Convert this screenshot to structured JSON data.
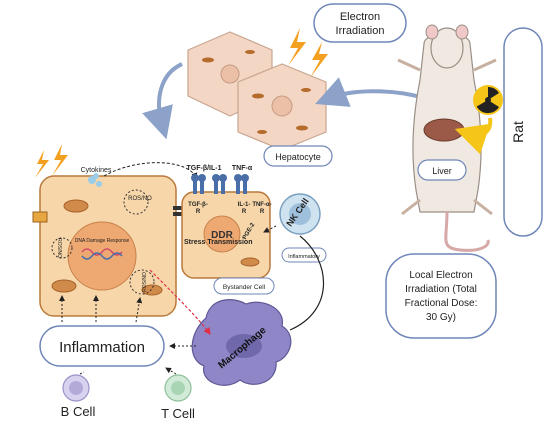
{
  "labels": {
    "electron_irradiation": [
      "Electron",
      "Irradiation"
    ],
    "hepatocyte": "Hepatocyte",
    "liver": "Liver",
    "rat": "Rat",
    "dose": [
      "Local Electron",
      "Irradiation (Total",
      "Fractional Dose:",
      "30 Gy)"
    ],
    "cytokines": "Cytokines",
    "ros_no_top": "ROS/NO",
    "dna_damage": "DNA Damage Response",
    "ros_no_left": "ROS/NO",
    "ros_no_right": "ROS/NO",
    "tgf_b_il1": "TGF-β/IL-1",
    "tnf_a": "TNF-α",
    "tgf_b_r": [
      "TGF-β-",
      "R"
    ],
    "il1_r": [
      "IL-1-",
      "R"
    ],
    "tnf_a_r": [
      "TNF-α-",
      "R"
    ],
    "stress_transmission": "Stress Transmission",
    "ddr": "DDR",
    "pge2": "PGE-2",
    "inflammatory": "Inflammatory",
    "bystander_cell": "Bystander Cell",
    "nk_cell": "NK Cell",
    "macrophage": "Macrophage",
    "inflammation": "Inflammation",
    "b_cell": "B Cell",
    "t_cell": "T Cell"
  },
  "colors": {
    "cell_fill": "#f7d7aa",
    "cell_stroke": "#b9793a",
    "nucleus": "#eea872",
    "arrow_blue": "#8da2c8",
    "lightning": "#f3a020",
    "macrophage": "#8e86c6",
    "receptor": "#4a6fa8",
    "hepatocyte": "#f4d6c4",
    "hazard": "#f5c518"
  }
}
